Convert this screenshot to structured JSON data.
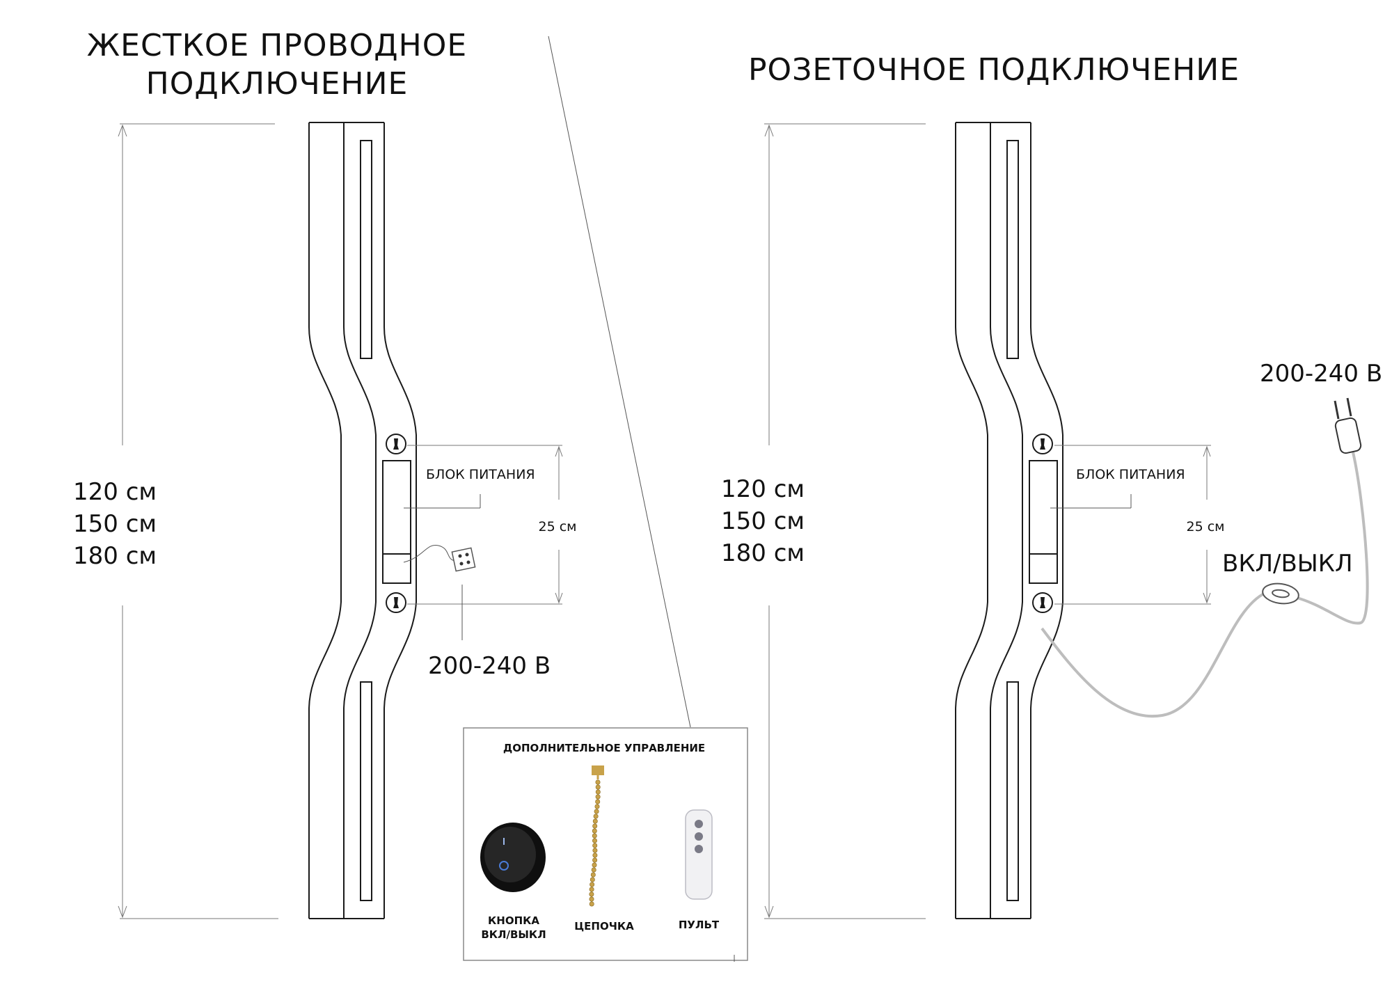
{
  "left_panel": {
    "title_line1": "ЖЕСТКОЕ ПРОВОДНОЕ",
    "title_line2": "ПОДКЛЮЧЕНИЕ",
    "heights": [
      "120 см",
      "150 см",
      "180 см"
    ],
    "psu_label": "БЛОК ПИТАНИЯ",
    "spacing_label": "25 см",
    "voltage_label": "200-240 В"
  },
  "right_panel": {
    "title": "РОЗЕТОЧНОЕ ПОДКЛЮЧЕНИЕ",
    "heights": [
      "120 см",
      "150 см",
      "180 см"
    ],
    "psu_label": "БЛОК ПИТАНИЯ",
    "spacing_label": "25 см",
    "switch_label": "ВКЛ/ВЫКЛ",
    "voltage_label": "200-240 В"
  },
  "extra_controls": {
    "title": "ДОПОЛНИТЕЛЬНОЕ УПРАВЛЕНИЕ",
    "items": [
      {
        "label_line1": "КНОПКА",
        "label_line2": "ВКЛ/ВЫКЛ",
        "icon": "rocker-switch-icon"
      },
      {
        "label_line1": "ЦЕПОЧКА",
        "label_line2": "",
        "icon": "pull-chain-icon"
      },
      {
        "label_line1": "ПУЛЬТ",
        "label_line2": "",
        "icon": "remote-control-icon"
      }
    ]
  },
  "colors": {
    "outline": "#1a1a1a",
    "cord": "#bdbdbd",
    "chain": "#c8a24a",
    "switch_body": "#1b1b1b",
    "switch_led": "#4a7bd8"
  }
}
